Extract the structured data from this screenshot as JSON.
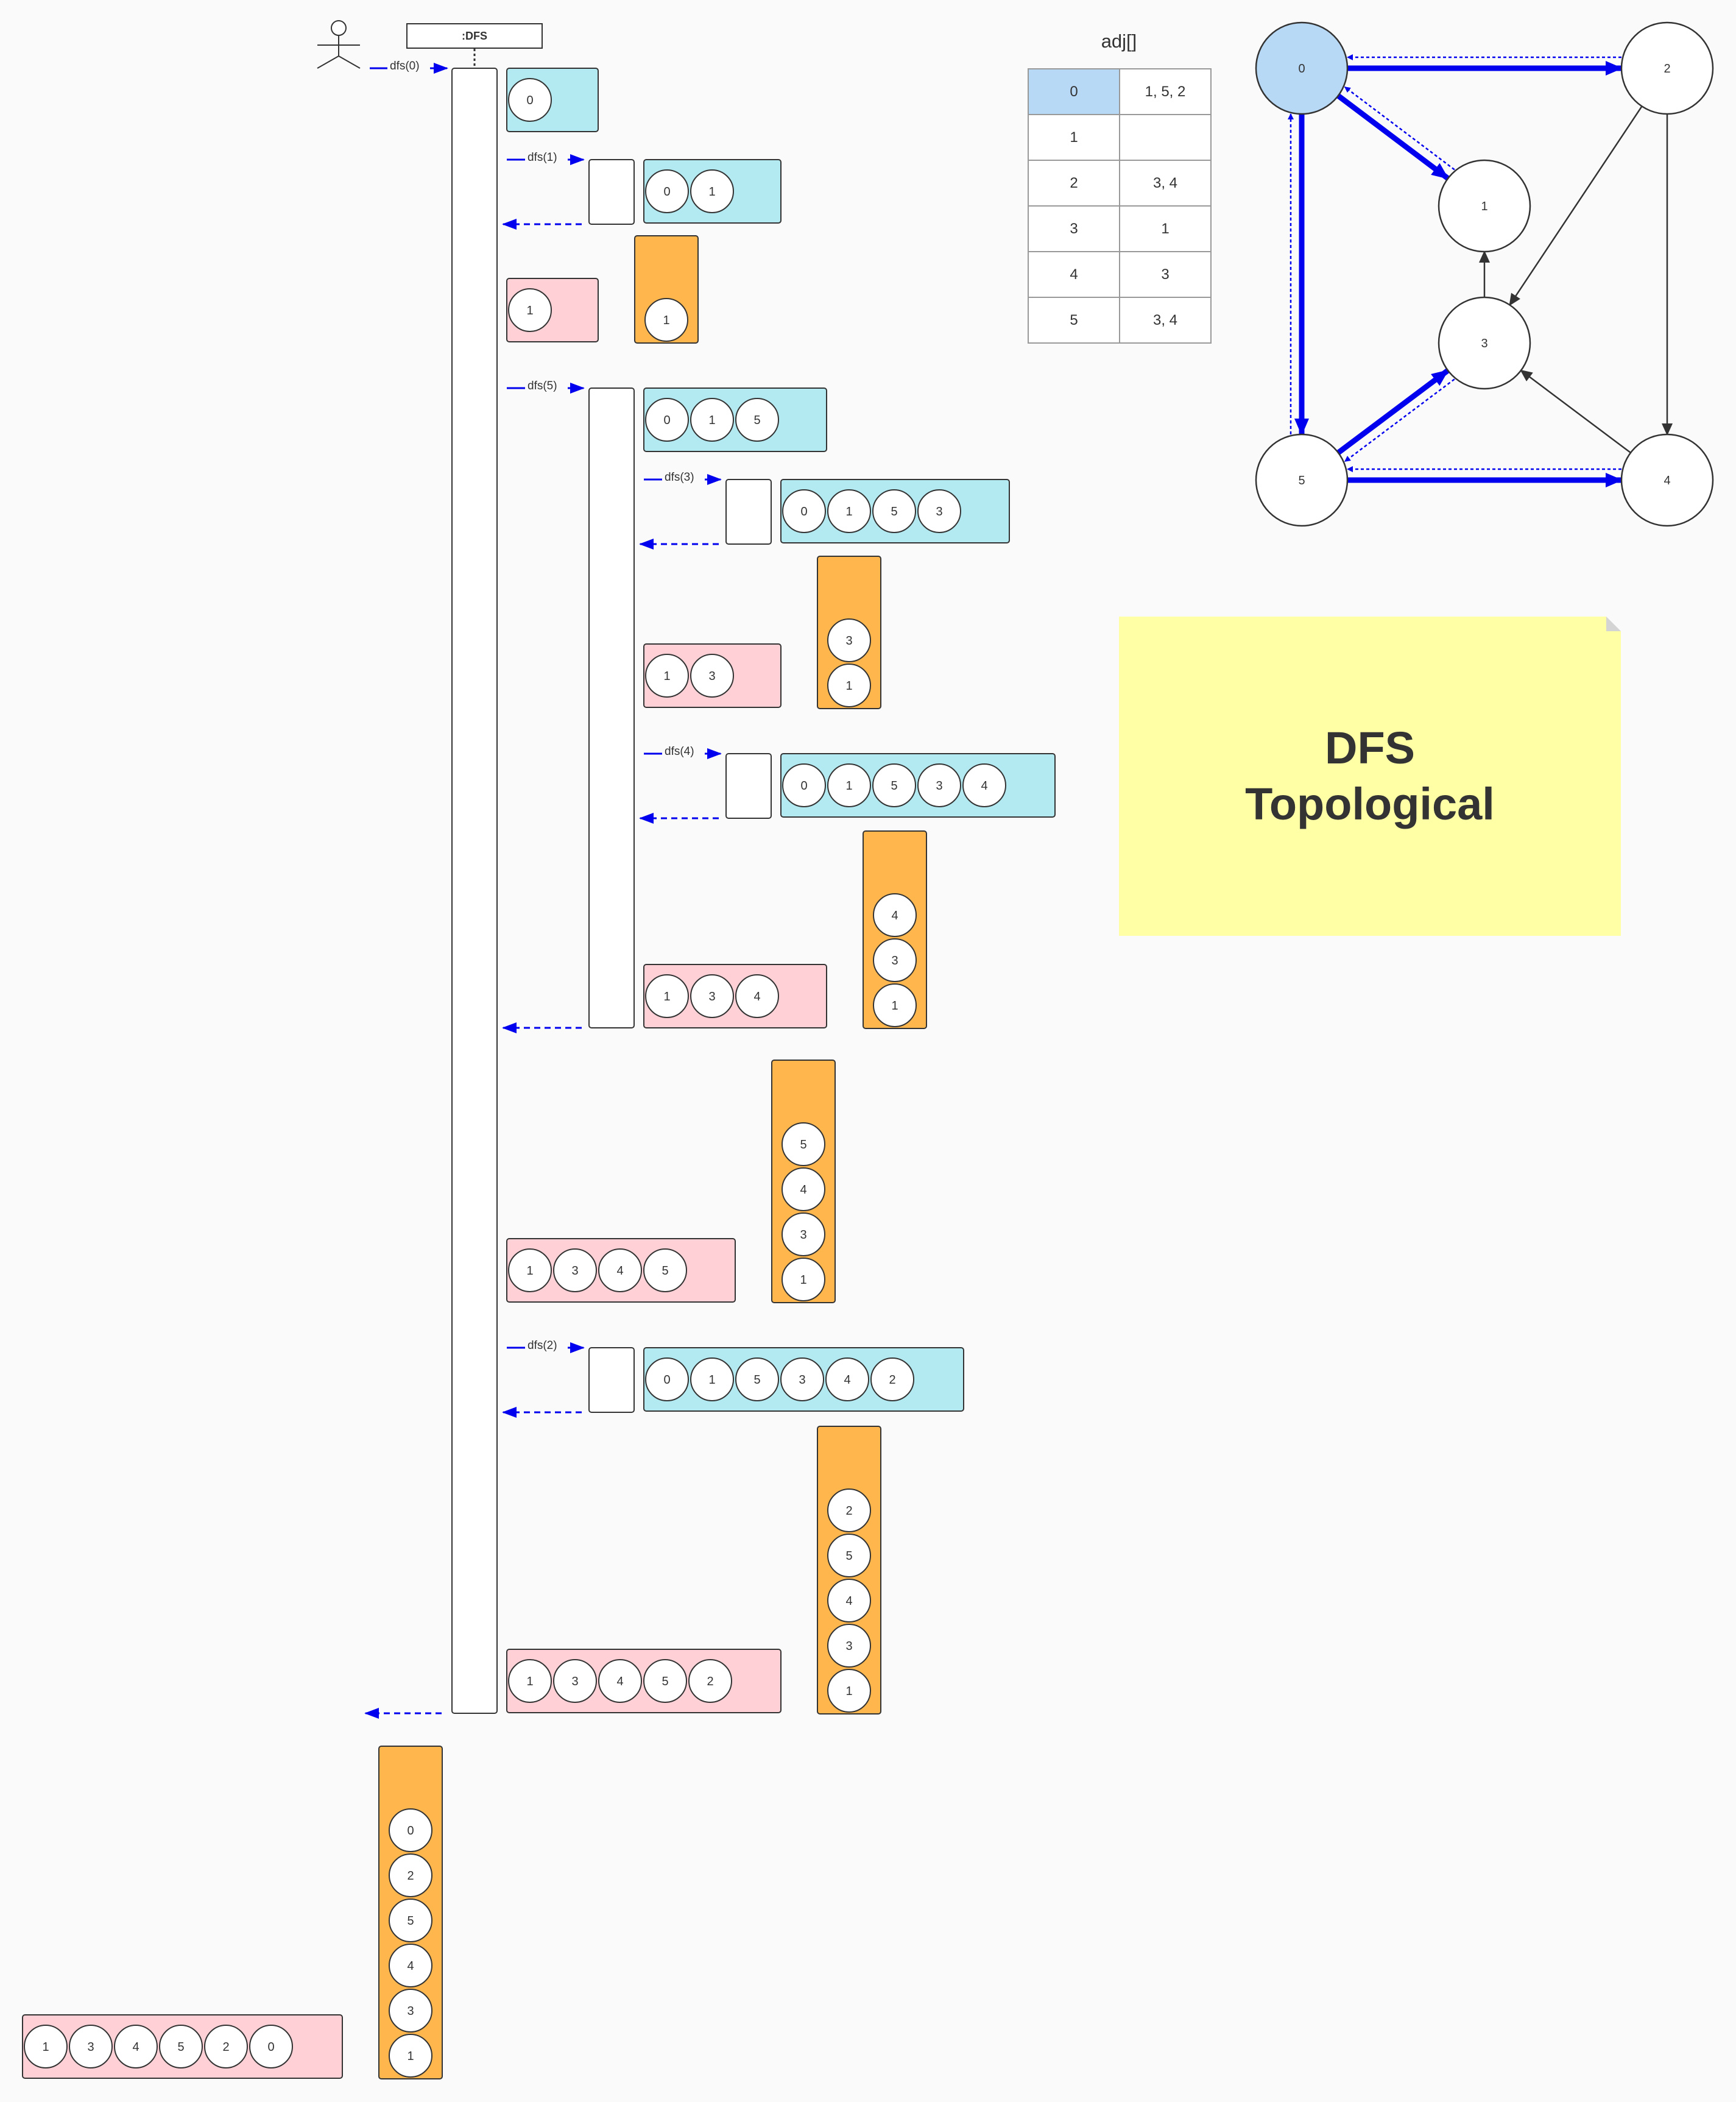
{
  "lifeline": {
    "label": ":DFS"
  },
  "calls": [
    {
      "label": "dfs(0)"
    },
    {
      "label": "dfs(1)"
    },
    {
      "label": "dfs(5)"
    },
    {
      "label": "dfs(3)"
    },
    {
      "label": "dfs(4)"
    },
    {
      "label": "dfs(2)"
    }
  ],
  "path_states": [
    [
      "0"
    ],
    [
      "0",
      "1"
    ],
    [
      "0",
      "1",
      "5"
    ],
    [
      "0",
      "1",
      "5",
      "3"
    ],
    [
      "0",
      "1",
      "5",
      "3",
      "4"
    ],
    [
      "0",
      "1",
      "5",
      "3",
      "4",
      "2"
    ]
  ],
  "visited_states": [
    [
      "1"
    ],
    [
      "1",
      "3"
    ],
    [
      "1",
      "3",
      "4"
    ],
    [
      "1",
      "3",
      "4",
      "5"
    ],
    [
      "1",
      "3",
      "4",
      "5",
      "2"
    ],
    [
      "1",
      "3",
      "4",
      "5",
      "2",
      "0"
    ]
  ],
  "stack_states": [
    [
      "1"
    ],
    [
      "3",
      "1"
    ],
    [
      "4",
      "3",
      "1"
    ],
    [
      "5",
      "4",
      "3",
      "1"
    ],
    [
      "2",
      "5",
      "4",
      "3",
      "1"
    ],
    [
      "0",
      "2",
      "5",
      "4",
      "3",
      "1"
    ]
  ],
  "adj": {
    "title": "adj[]",
    "rows": [
      {
        "key": "0",
        "value": "1, 5, 2"
      },
      {
        "key": "1",
        "value": ""
      },
      {
        "key": "2",
        "value": "3, 4"
      },
      {
        "key": "3",
        "value": "1"
      },
      {
        "key": "4",
        "value": "3"
      },
      {
        "key": "5",
        "value": "3, 4"
      }
    ]
  },
  "graph": {
    "nodes": [
      "0",
      "1",
      "2",
      "3",
      "4",
      "5"
    ],
    "edges": [
      {
        "from": "0",
        "to": "1",
        "traversed": true
      },
      {
        "from": "0",
        "to": "5",
        "traversed": true
      },
      {
        "from": "0",
        "to": "2",
        "traversed": true
      },
      {
        "from": "5",
        "to": "3",
        "traversed": true
      },
      {
        "from": "5",
        "to": "4",
        "traversed": true
      },
      {
        "from": "2",
        "to": "3",
        "traversed": false
      },
      {
        "from": "2",
        "to": "4",
        "traversed": false
      },
      {
        "from": "3",
        "to": "1",
        "traversed": false
      },
      {
        "from": "4",
        "to": "3",
        "traversed": false
      }
    ],
    "start_node": "0"
  },
  "note": {
    "lines": [
      "DFS",
      "Topological"
    ]
  },
  "colors": {
    "path": "#b3eaf2",
    "visited": "#ffd1d7",
    "stack": "#ffb74d",
    "call_arrow": "#0000ee",
    "start_node": "#b7d9f5"
  }
}
